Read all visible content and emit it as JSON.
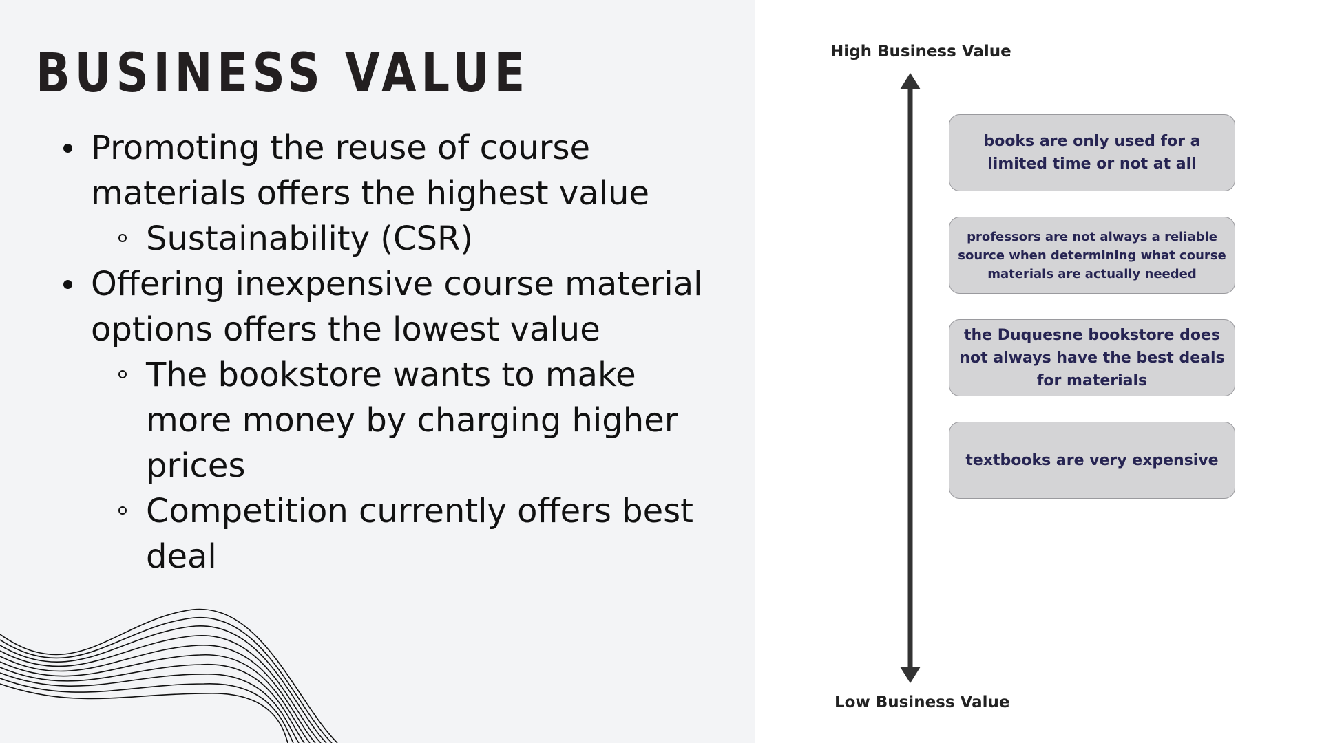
{
  "slide": {
    "title": "BUSINESS VALUE",
    "bullets": [
      {
        "text": "Promoting the reuse of course materials offers the highest value",
        "sub": [
          "Sustainability (CSR)"
        ]
      },
      {
        "text": "Offering inexpensive course material options offers the lowest value",
        "sub": [
          "The bookstore wants to make more money by charging higher prices",
          "Competition currently offers best deal"
        ]
      }
    ]
  },
  "diagram": {
    "top_label": "High Business Value",
    "bottom_label": "Low Business Value",
    "boxes": [
      "books are only used for a limited time or not at all",
      "professors are not always a reliable source when determining what course materials are actually needed",
      "the Duquesne bookstore does not always have the best deals for materials",
      "textbooks are very expensive"
    ]
  },
  "colors": {
    "left_background": "#f3f4f6",
    "box_fill": "#d4d4d6",
    "box_text": "#262452",
    "arrow": "#333333"
  }
}
